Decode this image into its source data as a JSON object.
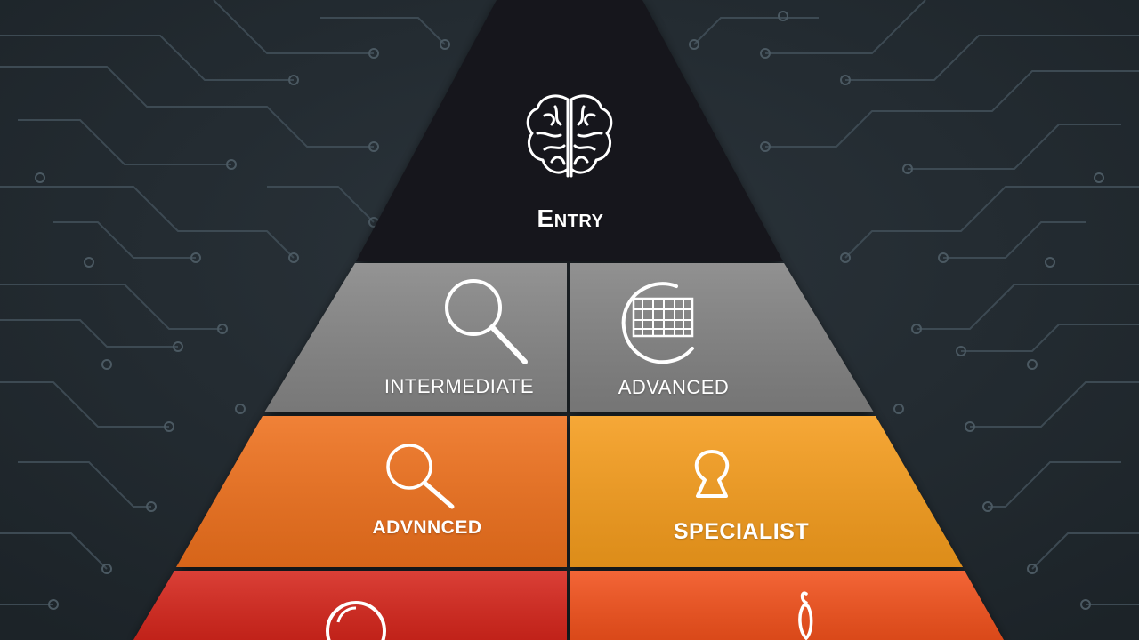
{
  "pyramid": {
    "top": {
      "label": "Entry",
      "icon": "brain-icon",
      "color": "#16191c"
    },
    "row2": [
      {
        "label": "INTERMEDIATE",
        "icon": "magnifier-icon",
        "color": "#858585"
      },
      {
        "label": "ADVANCED",
        "icon": "brain-circle-icon",
        "color": "#828282"
      }
    ],
    "row3": [
      {
        "label": "ADVNNCED",
        "icon": "magnifier-icon",
        "color": "#ee6f1f"
      },
      {
        "label": "SPECIALIST",
        "icon": "keyhole-icon",
        "color": "#f59c1e"
      }
    ],
    "row4": [
      {
        "label": "",
        "icon": "circle-icon",
        "color": "#d6271d"
      },
      {
        "label": "",
        "icon": "figure-icon",
        "color": "#f2511d"
      }
    ]
  },
  "colors": {
    "background": "#232b31",
    "circuit": "#3d4a53"
  }
}
